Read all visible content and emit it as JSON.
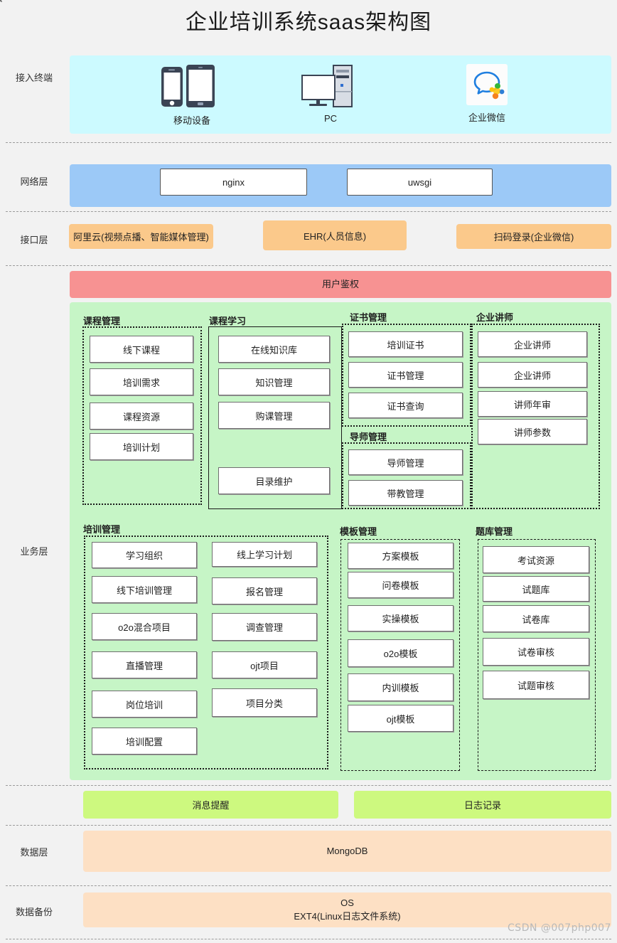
{
  "title": "企业培训系统saas架构图",
  "watermark": "CSDN @007php007",
  "colors": {
    "terminal_band": "#ccfaff",
    "network_band": "#9cc9f7",
    "interface_chip": "#fbc98b",
    "auth_band": "#f79292",
    "business_band": "#c6f5c6",
    "service_chip": "#cdf97f",
    "data_band": "#fde0c4",
    "page_bg": "#f2f2f2"
  },
  "row_labels": {
    "terminal": "接入终端",
    "network": "网络层",
    "interface": "接口层",
    "business": "业务层",
    "data": "数据层",
    "backup": "数据备份"
  },
  "terminal": {
    "items": [
      {
        "icon": "mobile-devices-icon",
        "caption": "移动设备"
      },
      {
        "icon": "pc-desktop-icon",
        "caption": "PC"
      },
      {
        "icon": "wechat-work-icon",
        "caption": "企业微信"
      }
    ]
  },
  "network": {
    "boxes": [
      "nginx",
      "uwsgi"
    ]
  },
  "interface": {
    "chips": [
      "阿里云(视频点播、智能媒体管理)",
      "EHR(人员信息)",
      "扫码登录(企业微信)"
    ]
  },
  "auth": {
    "label": "用户鉴权"
  },
  "business": {
    "groups_row1": [
      {
        "title": "课程管理",
        "border": "dotted",
        "columns": [
          {
            "items": [
              "线下课程",
              "培训需求",
              "课程资源",
              "培训计划"
            ]
          }
        ]
      },
      {
        "title": "课程学习",
        "border": "solid",
        "columns": [
          {
            "items": [
              "在线知识库",
              "知识管理",
              "购课管理",
              "目录维护"
            ]
          }
        ]
      },
      {
        "title": "证书管理",
        "border": "dotted",
        "columns": [
          {
            "items": [
              "培训证书",
              "证书管理",
              "证书查询"
            ]
          }
        ]
      },
      {
        "title": "导师管理",
        "border": "dotted",
        "columns": [
          {
            "items": [
              "导师管理",
              "带教管理"
            ]
          }
        ]
      },
      {
        "title": "企业讲师",
        "border": "dotted",
        "columns": [
          {
            "items": [
              "企业讲师",
              "企业讲师",
              "讲师年审",
              "讲师参数"
            ]
          }
        ]
      }
    ],
    "groups_row2": [
      {
        "title": "培训管理",
        "border": "dotted",
        "columns": [
          {
            "items": [
              "学习组织",
              "线下培训管理",
              "o2o混合项目",
              "直播管理",
              "岗位培训",
              "培训配置"
            ]
          },
          {
            "items": [
              "线上学习计划",
              "报名管理",
              "调查管理",
              "ojt项目",
              "项目分类"
            ]
          }
        ]
      },
      {
        "title": "模板管理",
        "border": "dashed",
        "columns": [
          {
            "items": [
              "方案模板",
              "问卷模板",
              "实操模板",
              "o2o模板",
              "内训模板",
              "ojt模板"
            ]
          }
        ]
      },
      {
        "title": "题库管理",
        "border": "dashed",
        "columns": [
          {
            "items": [
              "考试资源",
              "试题库",
              "试卷库",
              "试卷审核",
              "试题审核"
            ]
          }
        ]
      }
    ]
  },
  "services": {
    "chips": [
      "消息提醒",
      "日志记录"
    ]
  },
  "data_layer": {
    "label": "MongoDB"
  },
  "backup_layer": {
    "label_line1": "OS",
    "label_line2": "EXT4(Linux日志文件系统)"
  }
}
